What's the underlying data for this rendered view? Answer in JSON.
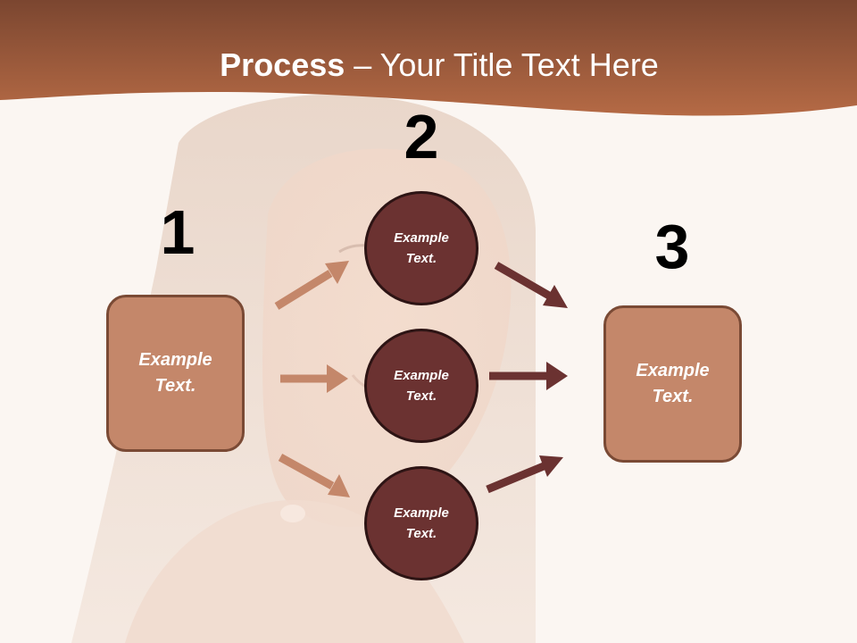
{
  "title": {
    "bold": "Process",
    "rest": " – Your Title Text Here"
  },
  "steps": {
    "one": "1",
    "two": "2",
    "three": "3"
  },
  "left_box": {
    "text": "Example\nText."
  },
  "right_box": {
    "text": "Example\nText."
  },
  "circles": [
    {
      "text": "Example\nText."
    },
    {
      "text": "Example\nText."
    },
    {
      "text": "Example\nText."
    }
  ],
  "colors": {
    "header": "#a8613e",
    "box_fill": "#c4876a",
    "circle_fill": "#6b3231",
    "arrow_light": "#c4876a",
    "arrow_dark": "#6b3231"
  }
}
